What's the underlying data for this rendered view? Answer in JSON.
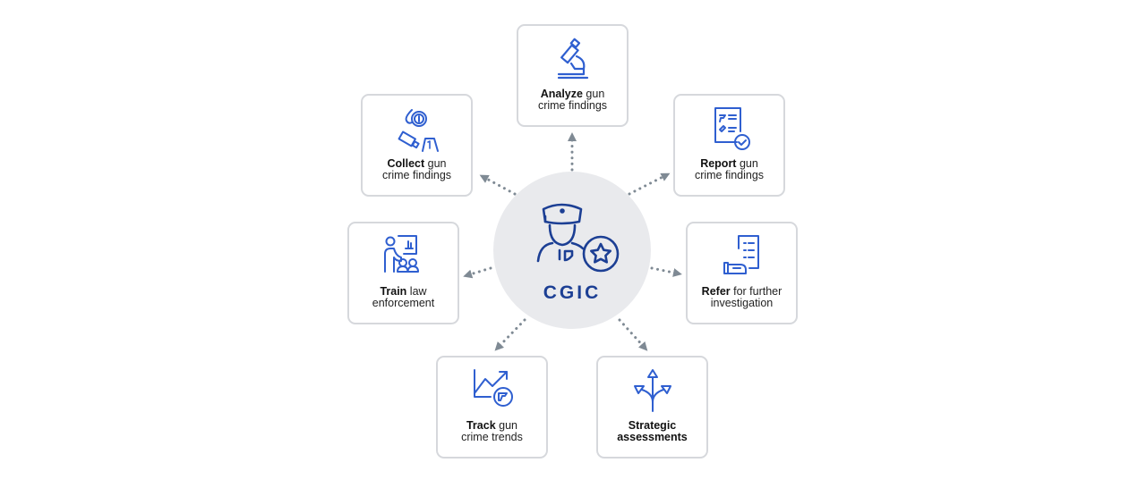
{
  "colors": {
    "icon_blue": "#2f5fd0",
    "hub_blue": "#1c3f94",
    "hub_bg": "#e9eaed",
    "card_border": "#d6d8dc",
    "arrow": "#7f8a94"
  },
  "hub": {
    "label": "CGIC",
    "icon": "police-officer-badge-icon"
  },
  "cards": {
    "analyze": {
      "bold": "Analyze",
      "rest1": " gun",
      "line2": "crime findings",
      "icon": "microscope-icon"
    },
    "collect": {
      "bold": "Collect",
      "rest1": " gun",
      "line2": "crime findings",
      "icon": "evidence-fingerprint-icon"
    },
    "report": {
      "bold": "Report",
      "rest1": " gun",
      "line2": "crime findings",
      "icon": "report-checklist-icon"
    },
    "train": {
      "bold": "Train",
      "rest1": " law",
      "line2": "enforcement",
      "icon": "training-presentation-icon"
    },
    "refer": {
      "bold": "Refer",
      "rest1": " for further",
      "line2": "investigation",
      "icon": "hand-document-icon"
    },
    "track": {
      "bold": "Track",
      "rest1": " gun",
      "line2": "crime trends",
      "icon": "trend-chart-gun-icon"
    },
    "strategic": {
      "bold": "Strategic",
      "rest1": "",
      "line2": "assessments",
      "icon": "branching-arrows-icon"
    }
  }
}
